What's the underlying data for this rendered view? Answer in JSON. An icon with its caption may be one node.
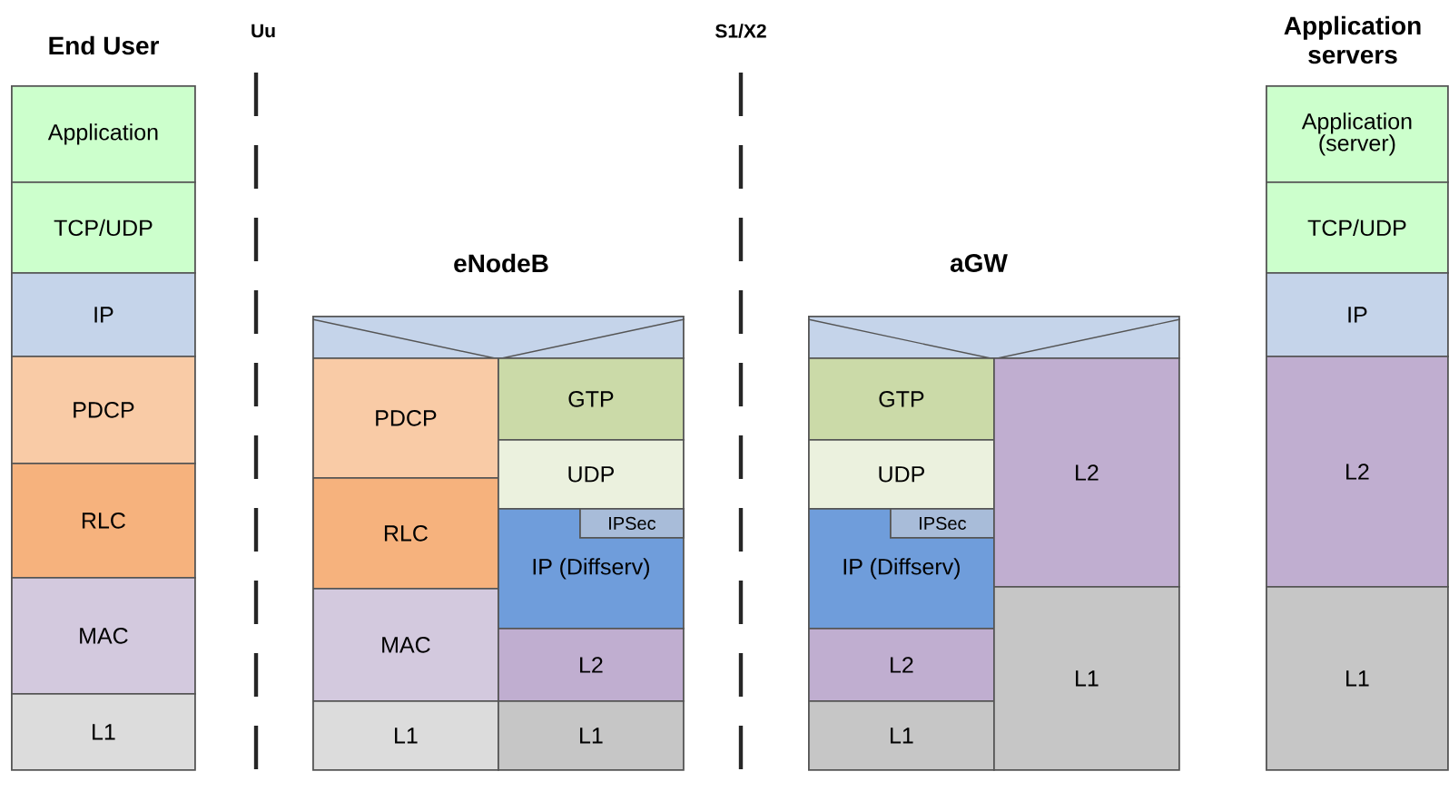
{
  "diagram": {
    "nodes": [
      {
        "text": [
          "Application"
        ]
      },
      {
        "text": [
          "TCP/UDP"
        ]
      },
      {
        "text": [
          "IP"
        ]
      },
      {
        "text": [
          "PDCP"
        ]
      },
      {
        "text": [
          "RLC"
        ]
      },
      {
        "text": [
          "MAC"
        ]
      },
      {
        "text": [
          "L1"
        ]
      },
      {
        "text": [],
        "shape": "box"
      },
      {
        "text": [
          "PDCP"
        ]
      },
      {
        "text": [
          "RLC"
        ]
      },
      {
        "text": [
          "MAC"
        ]
      },
      {
        "text": [
          "L1"
        ]
      },
      {
        "text": [
          "GTP"
        ]
      },
      {
        "text": [
          "UDP"
        ]
      },
      {
        "text": [
          "IP (Diffserv)"
        ]
      },
      {
        "text": [
          "IPSec"
        ],
        "in": 14
      },
      {
        "text": [
          "L2"
        ]
      },
      {
        "text": [
          "L1"
        ]
      },
      {
        "text": [],
        "shape": "box"
      },
      {
        "text": [
          "GTP"
        ]
      },
      {
        "text": [
          "UDP"
        ]
      },
      {
        "text": [
          "IP (Diffserv)"
        ]
      },
      {
        "text": [
          "IPSec"
        ],
        "in": 21
      },
      {
        "text": [
          "L2"
        ]
      },
      {
        "text": [
          "L1"
        ]
      },
      {
        "text": [
          "L2"
        ]
      },
      {
        "text": [
          "L1"
        ]
      },
      {
        "text": [
          "Application (server)"
        ]
      },
      {
        "text": [
          "TCP/UDP"
        ]
      },
      {
        "text": [
          "IP"
        ]
      },
      {
        "text": [
          "L2"
        ]
      },
      {
        "text": [
          "L1"
        ]
      }
    ],
    "labels": [
      "End User",
      "Uu",
      "S1/X2",
      "eNodeB",
      "aGW",
      "Application servers"
    ]
  }
}
